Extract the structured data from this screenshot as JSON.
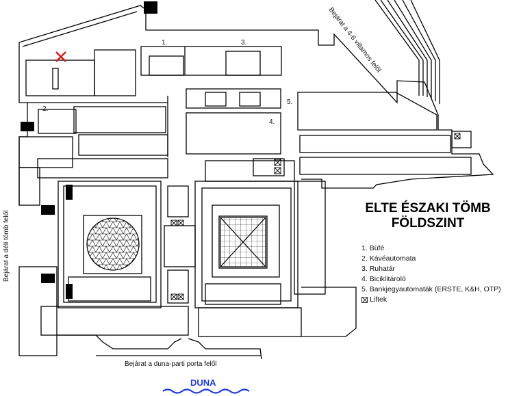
{
  "title": {
    "line1": "ELTE ÉSZAKI TÖMB",
    "line2": "FÖLDSZINT"
  },
  "legend": [
    {
      "num": "1.",
      "label": "Büfé"
    },
    {
      "num": "2.",
      "label": "Kávéautomata"
    },
    {
      "num": "3.",
      "label": "Ruhatár"
    },
    {
      "num": "4.",
      "label": "Biciklitároló"
    },
    {
      "num": "5.",
      "label": "Bankjegyautomaták (ERSTE, K&H, OTP)"
    }
  ],
  "legend_lift": "Liftek",
  "map_markers": {
    "m1": "1.",
    "m2": "2.",
    "m3": "3.",
    "m4": "4.",
    "m5": "5."
  },
  "entrances": {
    "tram": "Bejárat a 4-6 villamos felől",
    "south_block": "Bejárat a déli tömb felől",
    "danube_gate": "Bejárat a duna-parti porta felől"
  },
  "river": "DUNA",
  "colors": {
    "walls": "#000000",
    "river": "#1e3bd6",
    "current_location_marker": "#d01818"
  }
}
